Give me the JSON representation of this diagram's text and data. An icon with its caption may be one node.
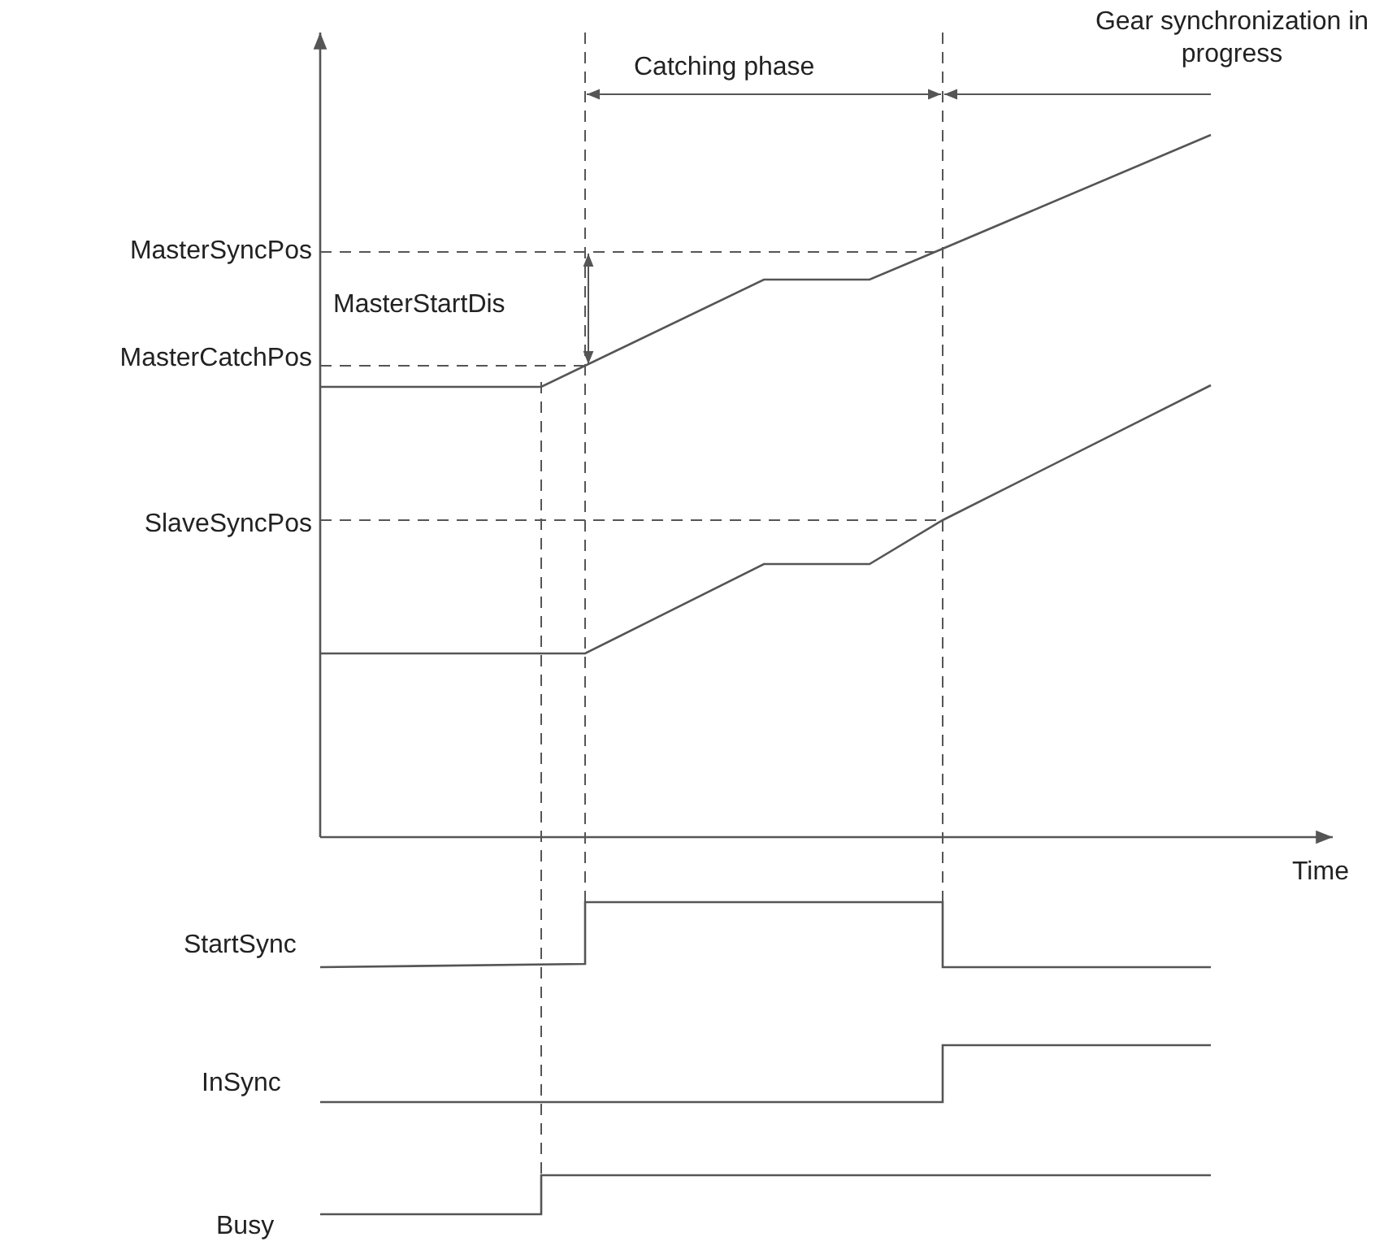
{
  "diagram": {
    "labels": [
      "Catching phase",
      "Gear synchronization in progress",
      "MasterSyncPos",
      "MasterStartDis",
      "MasterCatchPos",
      "SlaveSyncPos",
      "Time",
      "StartSync",
      "InSync",
      "Busy"
    ]
  }
}
